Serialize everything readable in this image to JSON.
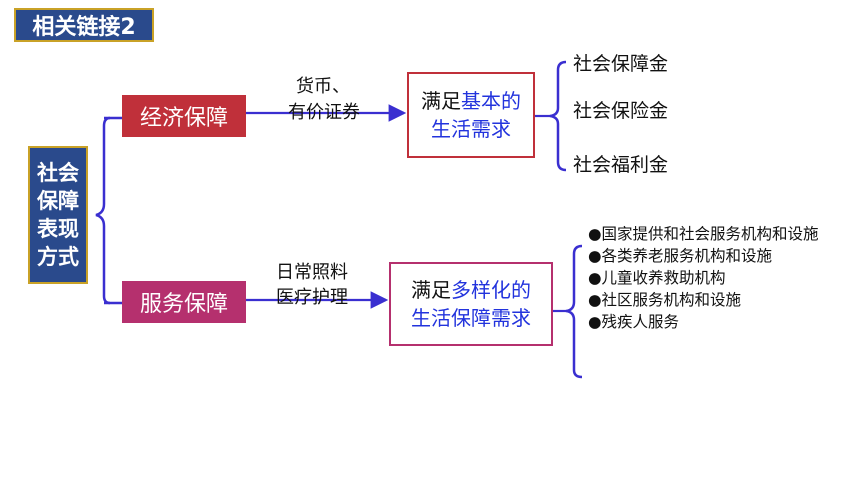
{
  "header": {
    "title": "相关链接2"
  },
  "root": {
    "lines": [
      "社会",
      "保障",
      "表现",
      "方式"
    ]
  },
  "economic": {
    "label": "经济保障",
    "means": [
      "货币、",
      "有价证券"
    ],
    "goal_prefix": "满足",
    "goal_highlight": "基本的",
    "goal_line2": "生活需求",
    "items": [
      "社会保障金",
      "社会保险金",
      "社会福利金"
    ]
  },
  "service": {
    "label": "服务保障",
    "means": [
      "日常照料",
      "医疗护理"
    ],
    "goal_prefix": "满足",
    "goal_highlight": "多样化的",
    "goal_line2": "生活保障需求",
    "items": [
      "●国家提供和社会服务机构和设施",
      "●各类养老服务机构和设施",
      "●儿童收养救助机构",
      "●社区服务机构和设施",
      "●残疾人服务"
    ]
  },
  "colors": {
    "navy": "#2a4a8c",
    "red": "#c0303a",
    "magenta": "#b5306e",
    "arrow": "#3a2fd0",
    "highlight": "#2233dd"
  }
}
